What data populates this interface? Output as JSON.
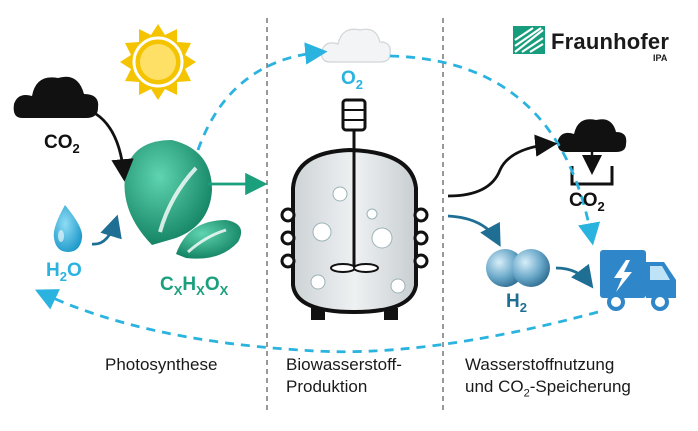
{
  "logo": {
    "name": "Fraunhofer",
    "sub": "IPA",
    "color": "#179c7d"
  },
  "formulas": {
    "co2_in": {
      "main": "CO",
      "sub": "2"
    },
    "o2": {
      "main": "O",
      "sub": "2"
    },
    "h2o": {
      "main": "H",
      "sub": "2",
      "tail": "O"
    },
    "cxhxox": {
      "a": "C",
      "b": "H",
      "c": "O",
      "sub": "X"
    },
    "co2_out": {
      "main": "CO",
      "sub": "2"
    },
    "h2": {
      "main": "H",
      "sub": "2"
    }
  },
  "stages": {
    "photosynthesis": "Photosynthese",
    "production_line1": "Biowasserstoff-",
    "production_line2": "Produktion",
    "usage_line1": "Wasserstoffnutzung",
    "usage_line2_pre": "und CO",
    "usage_line2_sub": "2",
    "usage_line2_post": "-Speicherung"
  },
  "colors": {
    "leaf": "#1aa07c",
    "cyan": "#2bb3e0",
    "steel": "#1f6f95",
    "cloud_dark": "#111111",
    "truck": "#2f86c8",
    "sun": "#f4c400",
    "tank": "#d8dde0"
  },
  "icons": [
    "sun-icon",
    "cloud-icon",
    "water-drop-icon",
    "leaf-icon",
    "bioreactor-icon",
    "hydrogen-molecule-icon",
    "truck-icon",
    "co2-storage-icon"
  ]
}
